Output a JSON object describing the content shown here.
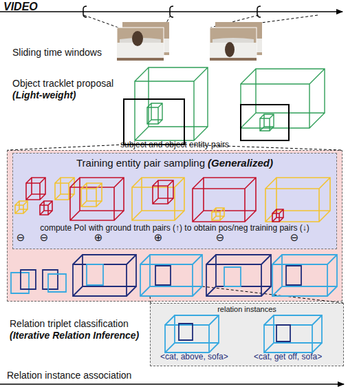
{
  "diagram": {
    "nodes": [
      {
        "text": [
          "subject and object entity pairs"
        ]
      },
      {
        "text": [
          "Training entity pair sampling",
          "(Generalized)",
          "compute PoI with ground truth pairs (↑) to obtain pos/neg training pairs (↓)"
        ],
        "in": 0
      },
      {
        "text": [
          "relation instances",
          "<cat, above, sofa>",
          "<cat, get off, sofa>"
        ]
      }
    ],
    "labels": [
      "VIDEO",
      "Sliding time windows",
      "Object tracklet proposal",
      "(Light-weight)",
      "⊖",
      "⊖",
      "⊕",
      "⊕",
      "⊖",
      "⊖",
      "Relation triplet classification",
      "(Iterative Relation Inference)",
      "Relation instance association"
    ]
  }
}
